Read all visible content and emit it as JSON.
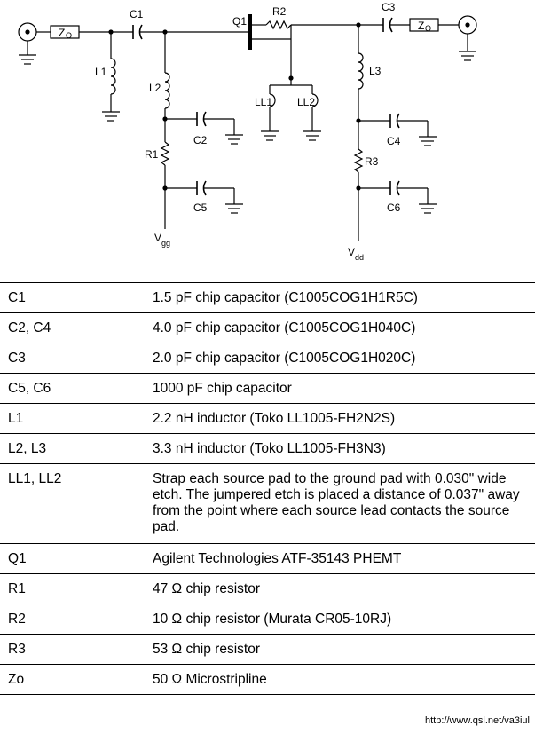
{
  "schematic": {
    "labels": {
      "q1": "Q1",
      "r2": "R2",
      "c1": "C1",
      "c3": "C3",
      "l1": "L1",
      "l2": "L2",
      "l3": "L3",
      "ll1": "LL1",
      "ll2": "LL2",
      "c2": "C2",
      "c4": "C4",
      "r1": "R1",
      "r3": "R3",
      "c5": "C5",
      "c6": "C6",
      "zo_in": "Z",
      "zo_out": "Z",
      "zo_sub": "O",
      "vgg": "V",
      "vgg_sub": "gg",
      "vdd": "V",
      "vdd_sub": "dd"
    }
  },
  "parts": [
    {
      "ref": "C1",
      "desc": "1.5 pF chip capacitor (C1005COG1H1R5C)"
    },
    {
      "ref": "C2, C4",
      "desc": "4.0 pF chip capacitor  (C1005COG1H040C)"
    },
    {
      "ref": "C3",
      "desc": "2.0 pF chip capacitor (C1005COG1H020C)"
    },
    {
      "ref": "C5, C6",
      "desc": "1000 pF chip capacitor"
    },
    {
      "ref": "L1",
      "desc": "2.2 nH inductor (Toko LL1005-FH2N2S)"
    },
    {
      "ref": "L2, L3",
      "desc": "3.3 nH inductor (Toko LL1005-FH3N3)"
    },
    {
      "ref": "LL1, LL2",
      "desc": "Strap each source pad to the ground pad  with 0.030\" wide etch. The jumpered etch is placed a distance of 0.037\" away from the point where each source lead contacts the source pad."
    },
    {
      "ref": "Q1",
      "desc": "Agilent Technologies ATF-35143 PHEMT"
    },
    {
      "ref": "R1",
      "desc": "47 Ω chip resistor"
    },
    {
      "ref": "R2",
      "desc": "10 Ω chip resistor (Murata CR05-10RJ)"
    },
    {
      "ref": "R3",
      "desc": "53 Ω chip resistor"
    },
    {
      "ref": "Zo",
      "desc": "50 Ω Microstripline"
    }
  ],
  "source_url": "http://www.qsl.net/va3iul"
}
